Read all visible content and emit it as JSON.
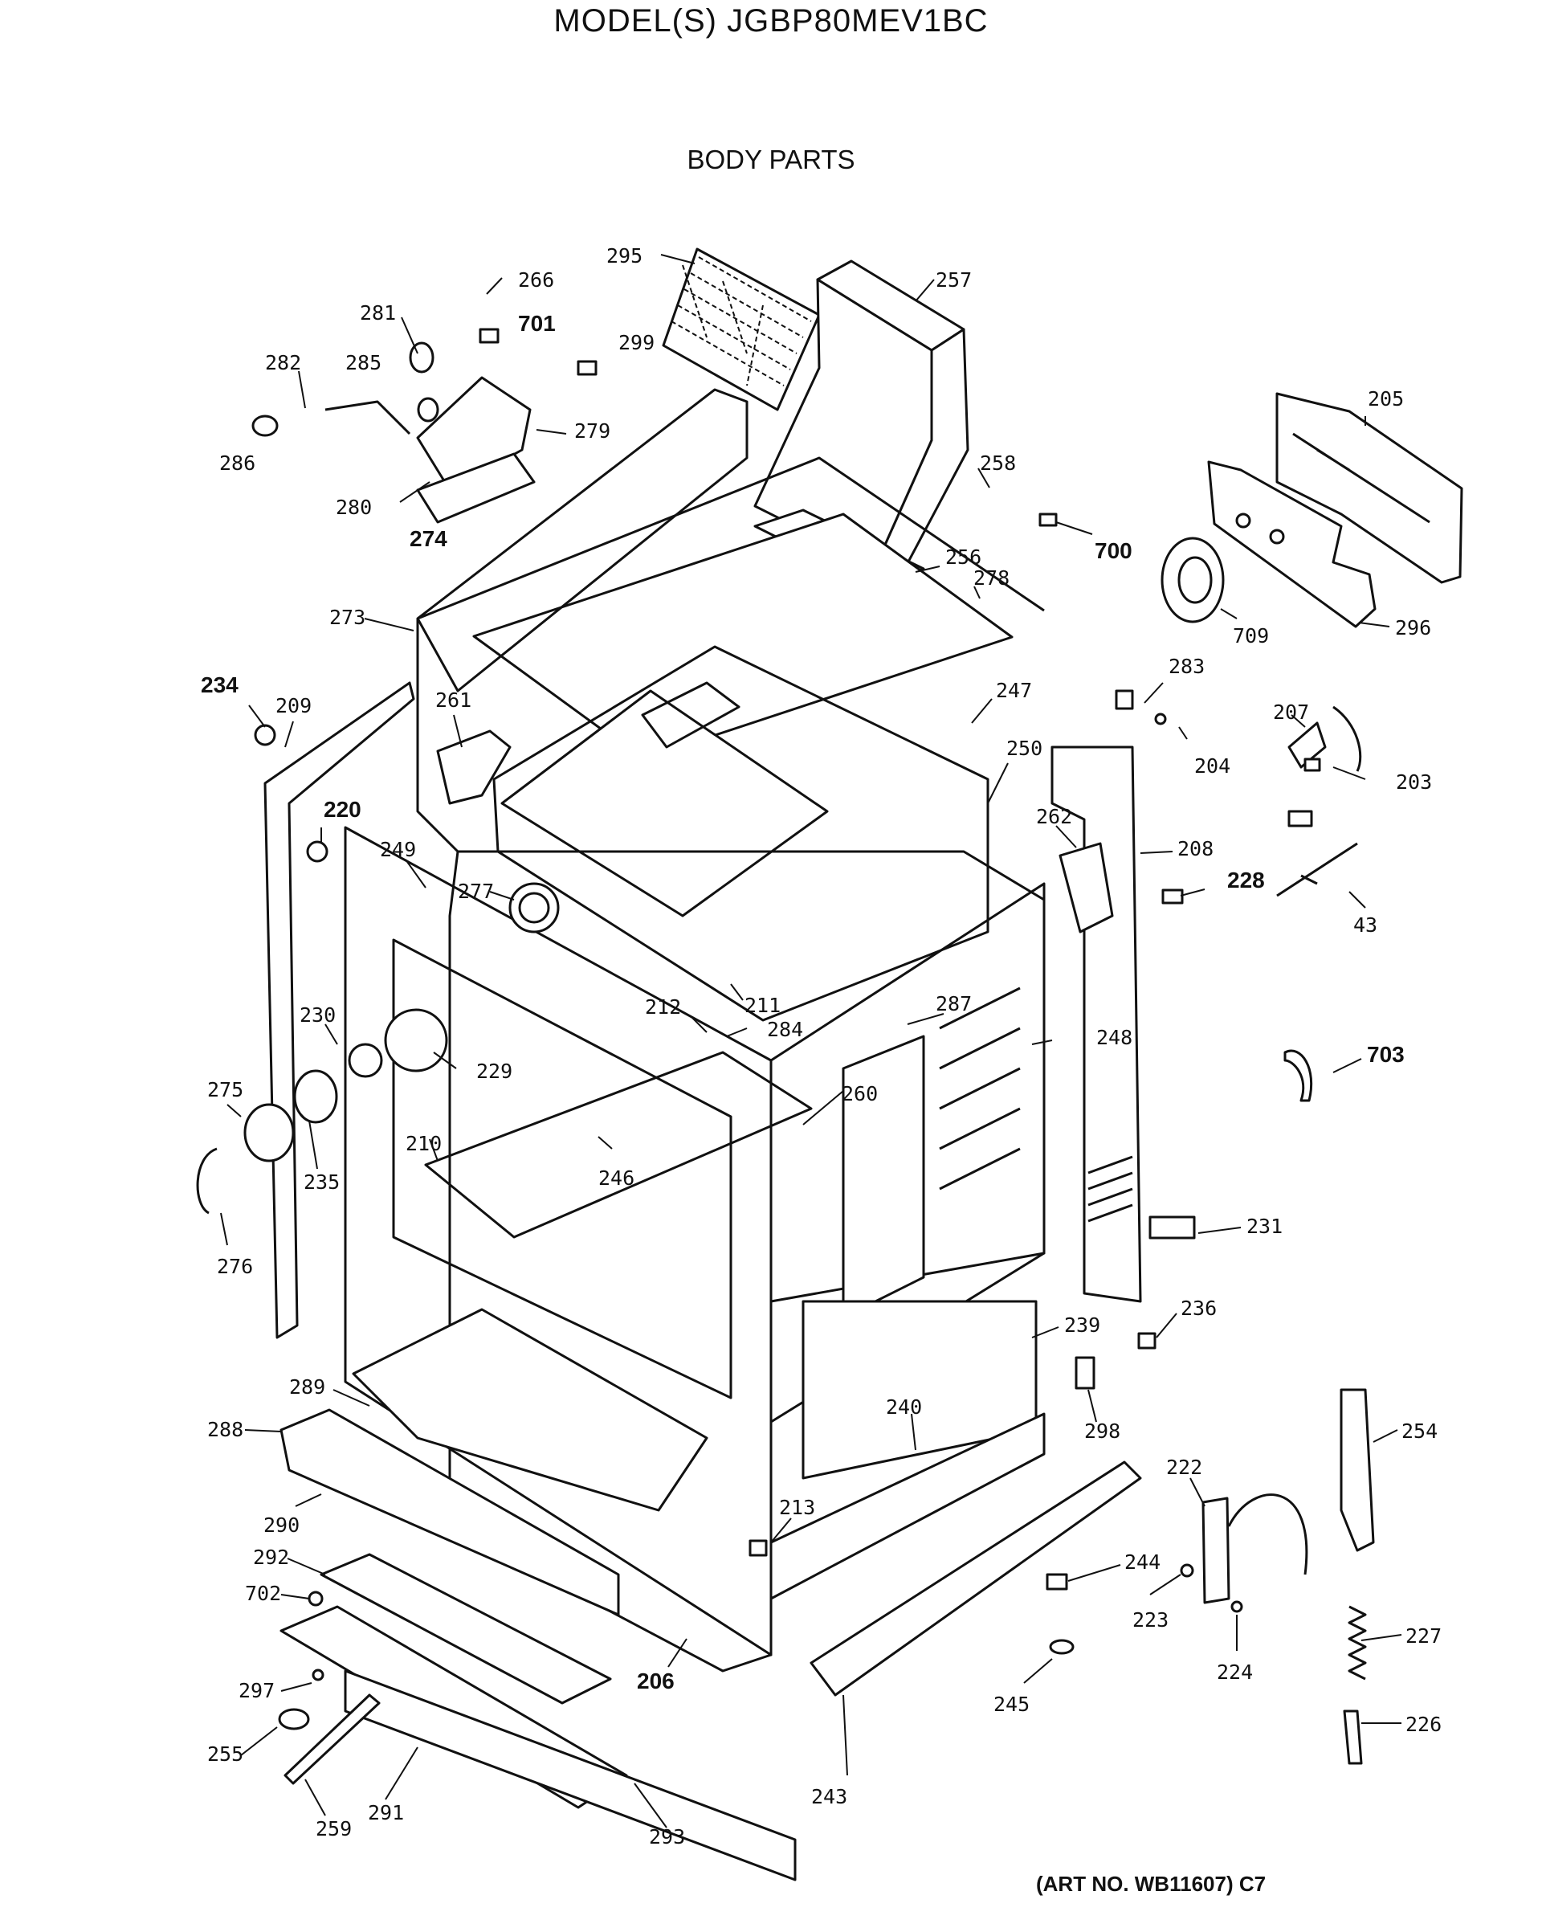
{
  "header": {
    "model": "MODEL(S) JGBP80MEV1BC",
    "section": "BODY PARTS"
  },
  "footer": {
    "art_number": "(ART NO. WB11607) C7"
  },
  "callouts": [
    {
      "id": "295",
      "bold": false
    },
    {
      "id": "257",
      "bold": false
    },
    {
      "id": "266",
      "bold": false
    },
    {
      "id": "281",
      "bold": false
    },
    {
      "id": "701",
      "bold": true
    },
    {
      "id": "299",
      "bold": false
    },
    {
      "id": "282",
      "bold": false
    },
    {
      "id": "285",
      "bold": false
    },
    {
      "id": "279",
      "bold": false
    },
    {
      "id": "286",
      "bold": false
    },
    {
      "id": "280",
      "bold": false
    },
    {
      "id": "274",
      "bold": true
    },
    {
      "id": "205",
      "bold": false
    },
    {
      "id": "258",
      "bold": false
    },
    {
      "id": "700",
      "bold": true
    },
    {
      "id": "256",
      "bold": false
    },
    {
      "id": "278",
      "bold": false
    },
    {
      "id": "709",
      "bold": false
    },
    {
      "id": "296",
      "bold": false
    },
    {
      "id": "273",
      "bold": false
    },
    {
      "id": "234",
      "bold": true
    },
    {
      "id": "209",
      "bold": false
    },
    {
      "id": "261",
      "bold": false
    },
    {
      "id": "247",
      "bold": false
    },
    {
      "id": "283",
      "bold": false
    },
    {
      "id": "207",
      "bold": false
    },
    {
      "id": "250",
      "bold": false
    },
    {
      "id": "204",
      "bold": false
    },
    {
      "id": "203",
      "bold": false
    },
    {
      "id": "220",
      "bold": true
    },
    {
      "id": "262",
      "bold": false
    },
    {
      "id": "249",
      "bold": false
    },
    {
      "id": "208",
      "bold": false
    },
    {
      "id": "228",
      "bold": true
    },
    {
      "id": "277",
      "bold": false
    },
    {
      "id": "43",
      "bold": false
    },
    {
      "id": "212",
      "bold": false
    },
    {
      "id": "211",
      "bold": false
    },
    {
      "id": "287",
      "bold": false
    },
    {
      "id": "230",
      "bold": false
    },
    {
      "id": "284",
      "bold": false
    },
    {
      "id": "248",
      "bold": false
    },
    {
      "id": "229",
      "bold": false
    },
    {
      "id": "703",
      "bold": true
    },
    {
      "id": "275",
      "bold": false
    },
    {
      "id": "260",
      "bold": false
    },
    {
      "id": "210",
      "bold": false
    },
    {
      "id": "246",
      "bold": false
    },
    {
      "id": "235",
      "bold": false
    },
    {
      "id": "276",
      "bold": false
    },
    {
      "id": "231",
      "bold": false
    },
    {
      "id": "236",
      "bold": false
    },
    {
      "id": "239",
      "bold": false
    },
    {
      "id": "289",
      "bold": false
    },
    {
      "id": "298",
      "bold": false
    },
    {
      "id": "288",
      "bold": false
    },
    {
      "id": "240",
      "bold": false
    },
    {
      "id": "254",
      "bold": false
    },
    {
      "id": "222",
      "bold": false
    },
    {
      "id": "290",
      "bold": false
    },
    {
      "id": "213",
      "bold": false
    },
    {
      "id": "292",
      "bold": false
    },
    {
      "id": "244",
      "bold": false
    },
    {
      "id": "702",
      "bold": false
    },
    {
      "id": "223",
      "bold": false
    },
    {
      "id": "227",
      "bold": false
    },
    {
      "id": "206",
      "bold": true
    },
    {
      "id": "224",
      "bold": false
    },
    {
      "id": "297",
      "bold": false
    },
    {
      "id": "245",
      "bold": false
    },
    {
      "id": "255",
      "bold": false
    },
    {
      "id": "226",
      "bold": false
    },
    {
      "id": "291",
      "bold": false
    },
    {
      "id": "243",
      "bold": false
    },
    {
      "id": "259",
      "bold": false
    },
    {
      "id": "293",
      "bold": false
    }
  ]
}
